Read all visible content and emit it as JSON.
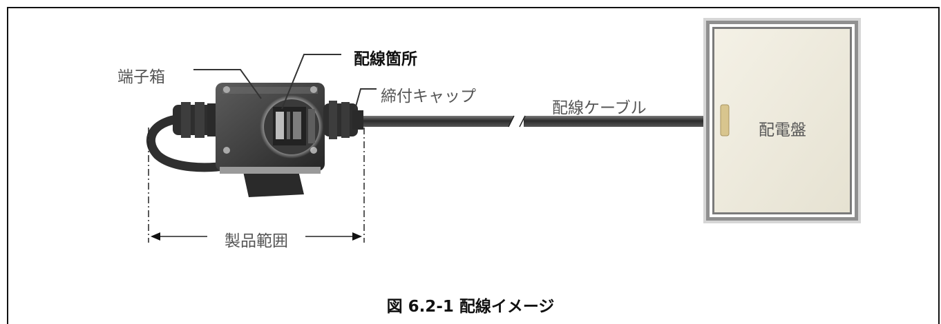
{
  "labels": {
    "terminal_box": "端子箱",
    "wiring_point": "配線箇所",
    "tightening_cap": "締付キャップ",
    "wiring_cable": "配線ケーブル",
    "distribution_board": "配電盤",
    "product_range": "製品範囲"
  },
  "caption": "図 6.2-1 配線イメージ",
  "icons": [
    "terminal-box-image",
    "distribution-board-image",
    "cable-image"
  ],
  "colors": {
    "frame": "#111111",
    "cable": "#3a3a3a",
    "box_body": "#4a4a4a",
    "panel_fill": "#efece0",
    "panel_border": "#8f8f8f",
    "handle": "#d8c58e"
  }
}
